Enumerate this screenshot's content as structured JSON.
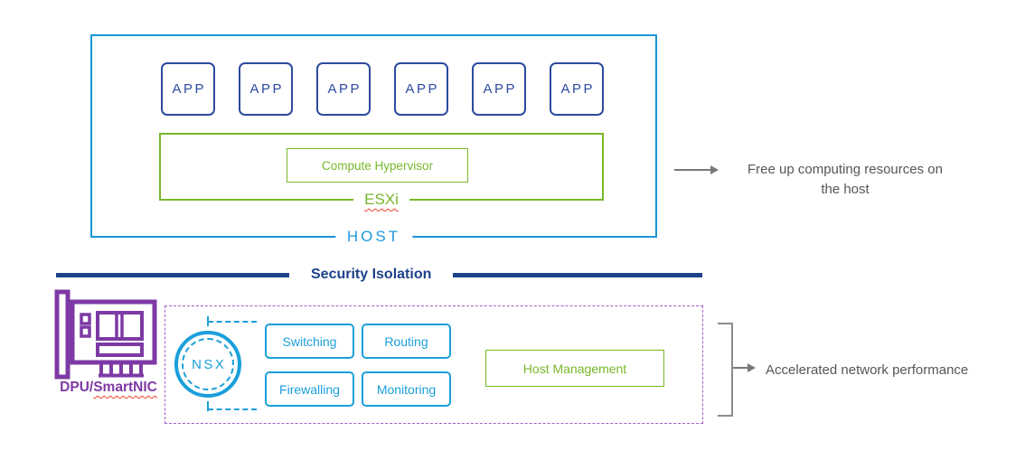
{
  "colors": {
    "host_blue": "#1796d5",
    "app_navy": "#2c4a9e",
    "green": "#77b829",
    "security_navy": "#1d428a",
    "nsx_cyan": "#1b9fda",
    "purple": "#7d3aa4",
    "purple_dashed": "#a55cc6",
    "annotation_gray": "#55565b",
    "arrow_gray": "#77787b"
  },
  "host_section": {
    "label": "HOST",
    "apps": [
      "APP",
      "APP",
      "APP",
      "APP",
      "APP",
      "APP"
    ],
    "esxi": {
      "label": "ESXi",
      "hypervisor_label": "Compute Hypervisor"
    },
    "annotation": {
      "line1": "Free up computing resources on",
      "line2": "the host"
    }
  },
  "divider": {
    "label": "Security Isolation"
  },
  "nic_section": {
    "dpu_label": {
      "prefix": "DPU/",
      "name": "SmartNIC"
    },
    "nsx_label": "NSX",
    "services": [
      "Switching",
      "Routing",
      "Firewalling",
      "Monitoring"
    ],
    "host_management": "Host Management",
    "annotation": "Accelerated network performance"
  }
}
